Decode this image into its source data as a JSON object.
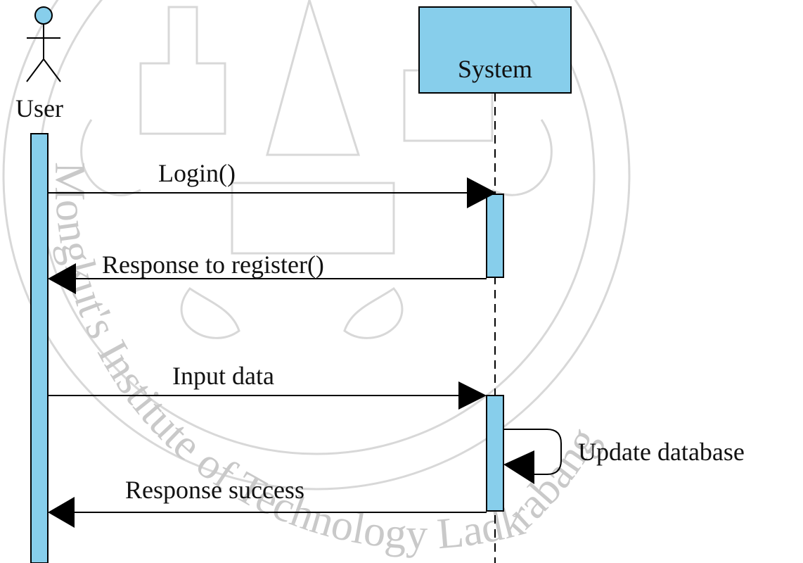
{
  "diagram": {
    "type": "sequence",
    "actor": {
      "label": "User",
      "icon": "stick-figure-icon"
    },
    "participant": {
      "label": "System"
    },
    "messages": [
      {
        "label": "Login()",
        "from": "User",
        "to": "System",
        "kind": "call"
      },
      {
        "label": "Response to register()",
        "from": "System",
        "to": "User",
        "kind": "return"
      },
      {
        "label": "Input data",
        "from": "User",
        "to": "System",
        "kind": "call"
      },
      {
        "label": "Update database",
        "from": "System",
        "to": "System",
        "kind": "self"
      },
      {
        "label": "Response success",
        "from": "System",
        "to": "User",
        "kind": "return"
      }
    ]
  },
  "watermark": {
    "text": "Mongkut's Institute of Technology Ladkrabang",
    "icon": "university-seal-watermark"
  },
  "colors": {
    "lifeline_fill": "#87ceeb",
    "line": "#000000",
    "watermark": "#c9c9c9"
  }
}
